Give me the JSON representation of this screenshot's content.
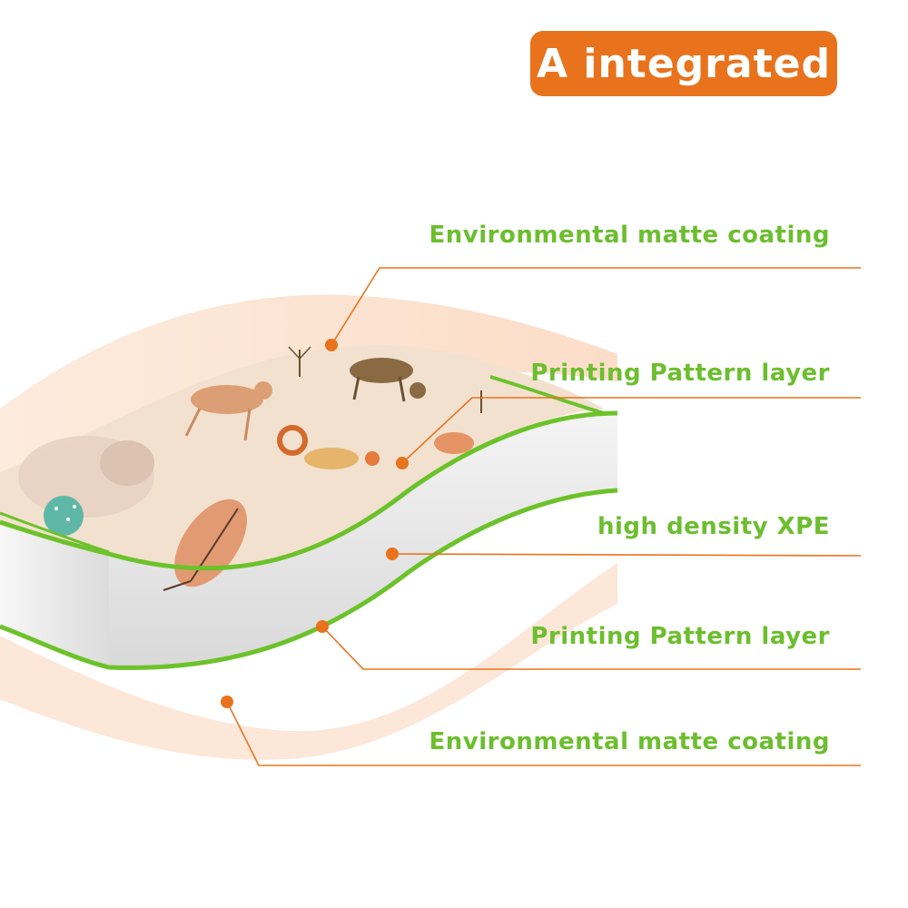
{
  "badge": {
    "title": "A integrated"
  },
  "layers": [
    {
      "label": "Environmental matte coating"
    },
    {
      "label": "Printing Pattern layer"
    },
    {
      "label": "high density XPE"
    },
    {
      "label": "Printing Pattern layer"
    },
    {
      "label": "Environmental matte coating"
    }
  ],
  "colors": {
    "accent_orange": "#e8731c",
    "label_green": "#6cbe2e",
    "edge_green": "#6cc22a",
    "coating_peach": "#fbe3d0",
    "pattern_beige": "#f2e2d3",
    "foam_grey": "#e6e6e6"
  }
}
